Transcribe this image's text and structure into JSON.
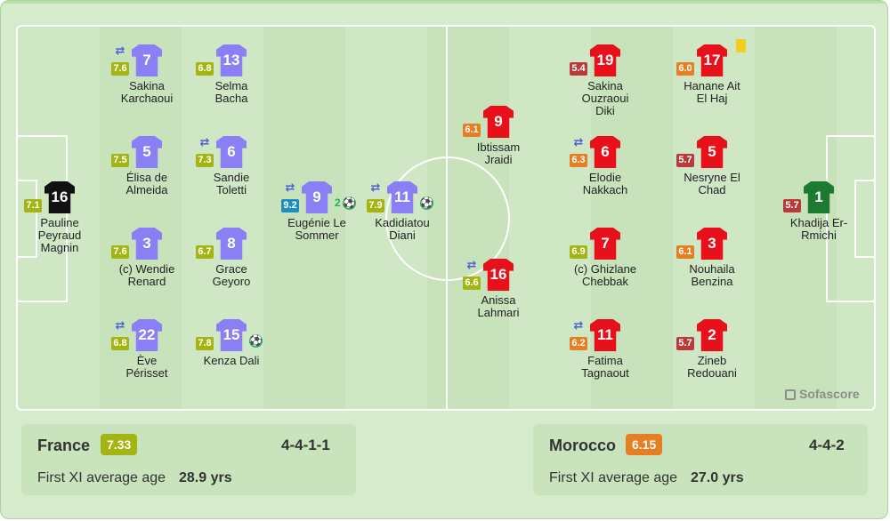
{
  "home": {
    "team": "France",
    "rating": "7.33",
    "formation": "4-4-1-1",
    "age_label": "First XI average age",
    "age_value": "28.9 yrs",
    "players": [
      {
        "number": "16",
        "name": "Pauline\nPeyraud\nMagnin",
        "rating": "7.1",
        "kit": "goalkeeper-black"
      },
      {
        "number": "7",
        "name": "Sakina\nKarchaoui",
        "rating": "7.6",
        "sub": true
      },
      {
        "number": "5",
        "name": "Élisa de\nAlmeida",
        "rating": "7.5"
      },
      {
        "number": "3",
        "name": "(c) Wendie\nRenard",
        "rating": "7.6"
      },
      {
        "number": "22",
        "name": "Ève\nPérisset",
        "rating": "6.8",
        "sub": true
      },
      {
        "number": "13",
        "name": "Selma\nBacha",
        "rating": "6.8"
      },
      {
        "number": "6",
        "name": "Sandie\nToletti",
        "rating": "7.3",
        "sub": true
      },
      {
        "number": "8",
        "name": "Grace\nGeyoro",
        "rating": "6.7"
      },
      {
        "number": "15",
        "name": "Kenza Dali",
        "rating": "7.8",
        "goals": 1
      },
      {
        "number": "9",
        "name": "Eugénie Le\nSommer",
        "rating": "9.2",
        "sub": true,
        "goals": 2,
        "goal_count": "2"
      },
      {
        "number": "11",
        "name": "Kadidiatou\nDiani",
        "rating": "7.9",
        "sub": true,
        "goals": 1
      }
    ]
  },
  "away": {
    "team": "Morocco",
    "rating": "6.15",
    "formation": "4-4-2",
    "age_label": "First XI average age",
    "age_value": "27.0 yrs",
    "players": [
      {
        "number": "19",
        "name": "Sakina\nOuzraoui\nDiki",
        "rating": "5.4"
      },
      {
        "number": "17",
        "name": "Hanane Ait\nEl Haj",
        "rating": "6.0",
        "yellow_card": true
      },
      {
        "number": "9",
        "name": "Ibtissam\nJraidi",
        "rating": "6.1"
      },
      {
        "number": "6",
        "name": "Elodie\nNakkach",
        "rating": "6.3",
        "sub": true
      },
      {
        "number": "5",
        "name": "Nesryne El\nChad",
        "rating": "5.7"
      },
      {
        "number": "1",
        "name": "Khadija Er-\nRmichi",
        "rating": "5.7",
        "kit": "goalkeeper-green"
      },
      {
        "number": "7",
        "name": "(c) Ghizlane\nChebbak",
        "rating": "6.9"
      },
      {
        "number": "3",
        "name": "Nouhaila\nBenzina",
        "rating": "6.1"
      },
      {
        "number": "16",
        "name": "Anissa\nLahmari",
        "rating": "6.6",
        "sub": true
      },
      {
        "number": "11",
        "name": "Fatima\nTagnaout",
        "rating": "6.2",
        "sub": true
      },
      {
        "number": "2",
        "name": "Zineb\nRedouani",
        "rating": "5.7"
      }
    ]
  },
  "icons": {
    "substitution": "swap-arrows-icon",
    "goal": "football-icon",
    "card": "yellow-card-icon"
  },
  "colors": {
    "france_kit": "#8a7ff5",
    "morocco_kit": "#e8101a",
    "pitch": "#cfe7c4"
  },
  "branding": {
    "logo_text": "Sofascore"
  }
}
